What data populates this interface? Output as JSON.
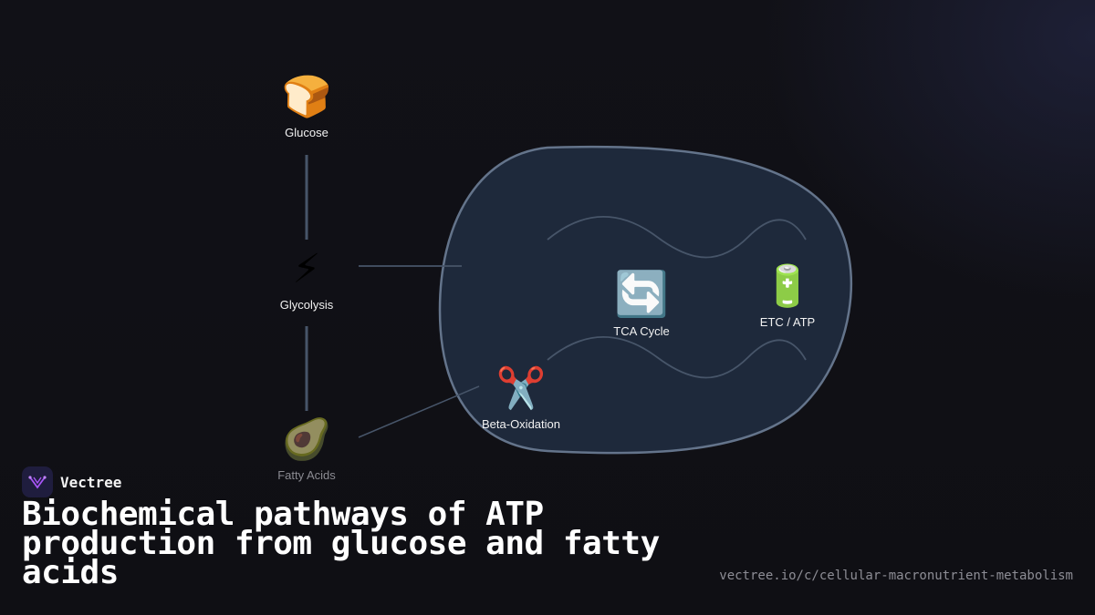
{
  "nodes": {
    "glucose": {
      "icon": "🍞",
      "label": "Glucose"
    },
    "glycolysis": {
      "icon": "⚡",
      "label": "Glycolysis"
    },
    "fatty_acids": {
      "icon": "🥑",
      "label": "Fatty Acids"
    },
    "tca": {
      "icon": "🔄",
      "label": "TCA Cycle"
    },
    "etc": {
      "icon": "🔋",
      "label": "ETC / ATP"
    },
    "beta": {
      "icon": "✂️",
      "label": "Beta-Oxidation"
    }
  },
  "icon_names": {
    "glucose": "bread-icon",
    "glycolysis": "lightning-icon",
    "fatty_acids": "avocado-icon",
    "tca": "cycle-arrows-icon",
    "etc": "battery-icon",
    "beta": "scissors-icon"
  },
  "colors": {
    "mito_fill": "#1e293b",
    "mito_stroke": "#64748b",
    "connector": "#475569",
    "brand_accent": "#a855f7"
  },
  "brand": {
    "name": "Vectree"
  },
  "title": "Biochemical pathways of ATP production from glucose and fatty acids",
  "url": "vectree.io/c/cellular-macronutrient-metabolism"
}
